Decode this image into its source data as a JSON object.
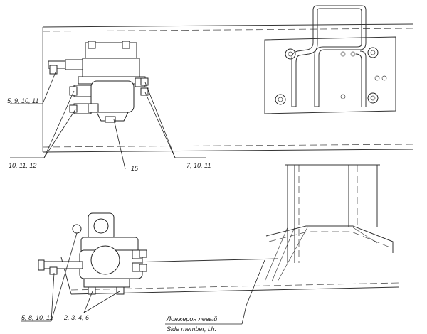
{
  "callouts": {
    "top_left": "5, 9, 10, 11",
    "top_bottom_left": "10, 11, 12",
    "top_center": "15",
    "top_right": "7, 10, 11",
    "bottom_left": "5, 8, 10, 11",
    "bottom_center": "2, 3, 4, 6"
  },
  "side_member": {
    "ru": "Лонжерон левый",
    "en": "Side member, l.h."
  }
}
